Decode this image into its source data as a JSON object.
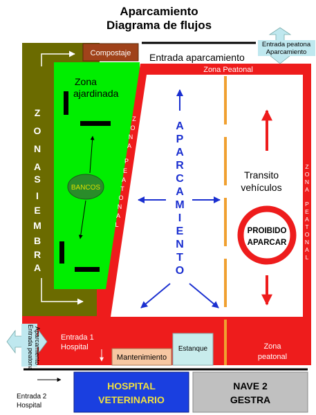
{
  "title": {
    "line1": "Aparcamiento",
    "line2": "Diagrama de flujos"
  },
  "labels": {
    "compostaje": "Compostaje",
    "entrada_aparcamiento": "Entrada aparcamiento",
    "entrada_peatonal_top_line1": "Entrada peatona",
    "entrada_peatonal_top_line2": "Aparcamiento",
    "zona_peatonal_top": "Zona Peatonal",
    "zona_ajardinada_line1": "Zona",
    "zona_ajardinada_line2": "ajardinada",
    "zona_siembra": [
      "Z",
      "O",
      "N",
      "A",
      "S",
      "I",
      "E",
      "M",
      "B",
      "R",
      "A"
    ],
    "bancos": "BANCOS",
    "zona_peatonal_diag": [
      "Z",
      "O",
      "N",
      "A",
      "P",
      "E",
      "A",
      "T",
      "O",
      "N",
      "A",
      "L"
    ],
    "aparcamiento_vertical": [
      "A",
      "P",
      "A",
      "R",
      "C",
      "A",
      "M",
      "I",
      "E",
      "N",
      "T",
      "O"
    ],
    "transito_line1": "Transito",
    "transito_line2": "vehículos",
    "proibido_line1": "PROIBIDO",
    "proibido_line2": "APARCAR",
    "zona_peatonal_right": [
      "Z",
      "O",
      "N",
      "A",
      "P",
      "E",
      "A",
      "T",
      "O",
      "N",
      "A",
      "L"
    ],
    "entrada1_line1": "Entrada 1",
    "entrada1_line2": "Hospital",
    "entrada_peatonal_left_line1": "Entrada peatona",
    "entrada_peatonal_left_line2": "Aparcamiento",
    "mantenimiento": "Mantenimiento",
    "estanque": "Estanque",
    "zona_peatonal_bottom_line1": "Zona",
    "zona_peatonal_bottom_line2": "peatonal",
    "hospital_line1": "HOSPITAL",
    "hospital_line2": "VETERINARIO",
    "nave_line1": "NAVE 2",
    "nave_line2": "GESTRA",
    "entrada2_line1": "Entrada 2",
    "entrada2_line2": "Hospital"
  },
  "colors": {
    "red": "#ee1c1c",
    "green": "#00ee00",
    "olive": "#6b6b00",
    "brown": "#a0421a",
    "blue_box": "#1a3fe0",
    "grey_box": "#c0c0c0",
    "mantenimiento": "#f6c7a2",
    "estanque": "#c8ecec",
    "bancos": "#2a8c2a",
    "orange_dash": "#f0a030",
    "blue_text": "#1a2fd0",
    "arrow_light": "#bfe8ef"
  }
}
